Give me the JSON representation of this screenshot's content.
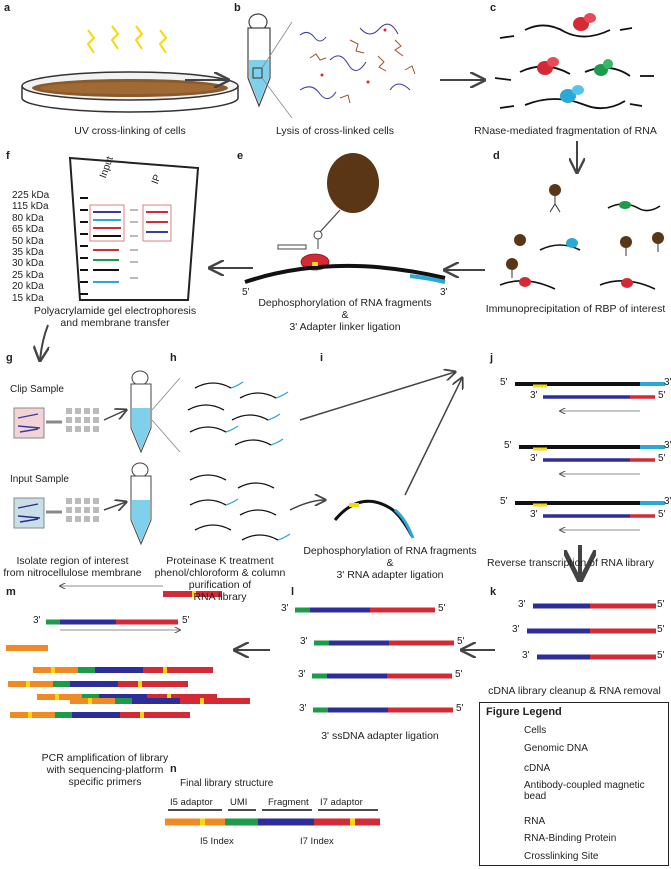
{
  "panels": {
    "a": {
      "letter": "a",
      "caption": "UV cross-linking of cells"
    },
    "b": {
      "letter": "b",
      "caption": "Lysis of cross-linked cells"
    },
    "c": {
      "letter": "c",
      "caption": "RNase-mediated fragmentation of RNA"
    },
    "d": {
      "letter": "d",
      "caption": "Immunoprecipitation of RBP of interest"
    },
    "e": {
      "letter": "e",
      "caption_line1": "Dephosphorylation of RNA fragments",
      "caption_line2": "&",
      "caption_line3": "3' Adapter linker ligation",
      "end5": "5'",
      "end3": "3'"
    },
    "f": {
      "letter": "f",
      "caption_line1": "Polyacrylamide gel electrophoresis",
      "caption_line2": "and membrane transfer",
      "col_input": "Input",
      "col_ip": "IP",
      "ladder": [
        "225 kDa",
        "115 kDa",
        "80 kDa",
        "65 kDa",
        "50 kDa",
        "35 kDa",
        "30 kDa",
        "25 kDa",
        "20 kDa",
        "15 kDa"
      ]
    },
    "g": {
      "letter": "g",
      "clip_sample": "Clip Sample",
      "input_sample": "Input Sample",
      "caption_line1": "Isolate region of interest",
      "caption_line2": "from nitrocellulose membrane"
    },
    "h": {
      "letter": "h",
      "caption_line1": "Proteinase K treatment",
      "caption_line2": "phenol/chloroform & column",
      "caption_line3": "purification of",
      "caption_line4": "RNA library"
    },
    "i": {
      "letter": "i",
      "caption_line1": "Dephosphorylation of RNA fragments",
      "caption_line2": "&",
      "caption_line3": "3' RNA adapter ligation"
    },
    "j": {
      "letter": "j",
      "caption": "Reverse transcription of RNA library",
      "end5": "5'",
      "end3": "3'"
    },
    "k": {
      "letter": "k",
      "caption": "cDNA library cleanup & RNA removal",
      "end5": "5'",
      "end3": "3'"
    },
    "l": {
      "letter": "l",
      "caption": "3' ssDNA adapter ligation",
      "end5": "5'",
      "end3": "3'"
    },
    "m": {
      "letter": "m",
      "caption_line1": "PCR amplification of library",
      "caption_line2": "with sequencing-platform",
      "caption_line3": "specific primers",
      "end5": "5'",
      "end3": "3'"
    },
    "n": {
      "letter": "n",
      "title": "Final library structure",
      "i5_adaptor": "I5 adaptor",
      "umi": "UMI",
      "fragment": "Fragment",
      "i7_adaptor": "I7 adaptor",
      "i5_index": "I5 Index",
      "i7_index": "I7 Index"
    }
  },
  "legend": {
    "title": "Figure Legend",
    "items": [
      {
        "icon": "cell-icon",
        "label": "Cells"
      },
      {
        "icon": "genomic-dna-icon",
        "label": "Genomic DNA"
      },
      {
        "icon": "cdna-icon",
        "label": "cDNA"
      },
      {
        "icon": "bead-icon",
        "label_line1": "Antibody-coupled magnetic",
        "label_line2": "bead"
      },
      {
        "icon": "rna-icon",
        "label": "RNA"
      },
      {
        "icon": "rbp-icon",
        "label": "RNA-Binding Protein"
      },
      {
        "icon": "crosslink-icon",
        "label": "Crosslinking Site"
      }
    ]
  },
  "colors": {
    "rna": "#111111",
    "cdna": "#2e2e9a",
    "adapter_blue": "#2aa8d6",
    "red": "#d42a35",
    "green": "#1e9b4a",
    "orange": "#f08a24",
    "yellow": "#f5d90a",
    "brown": "#5a3617",
    "tan": "#c2a15e"
  }
}
